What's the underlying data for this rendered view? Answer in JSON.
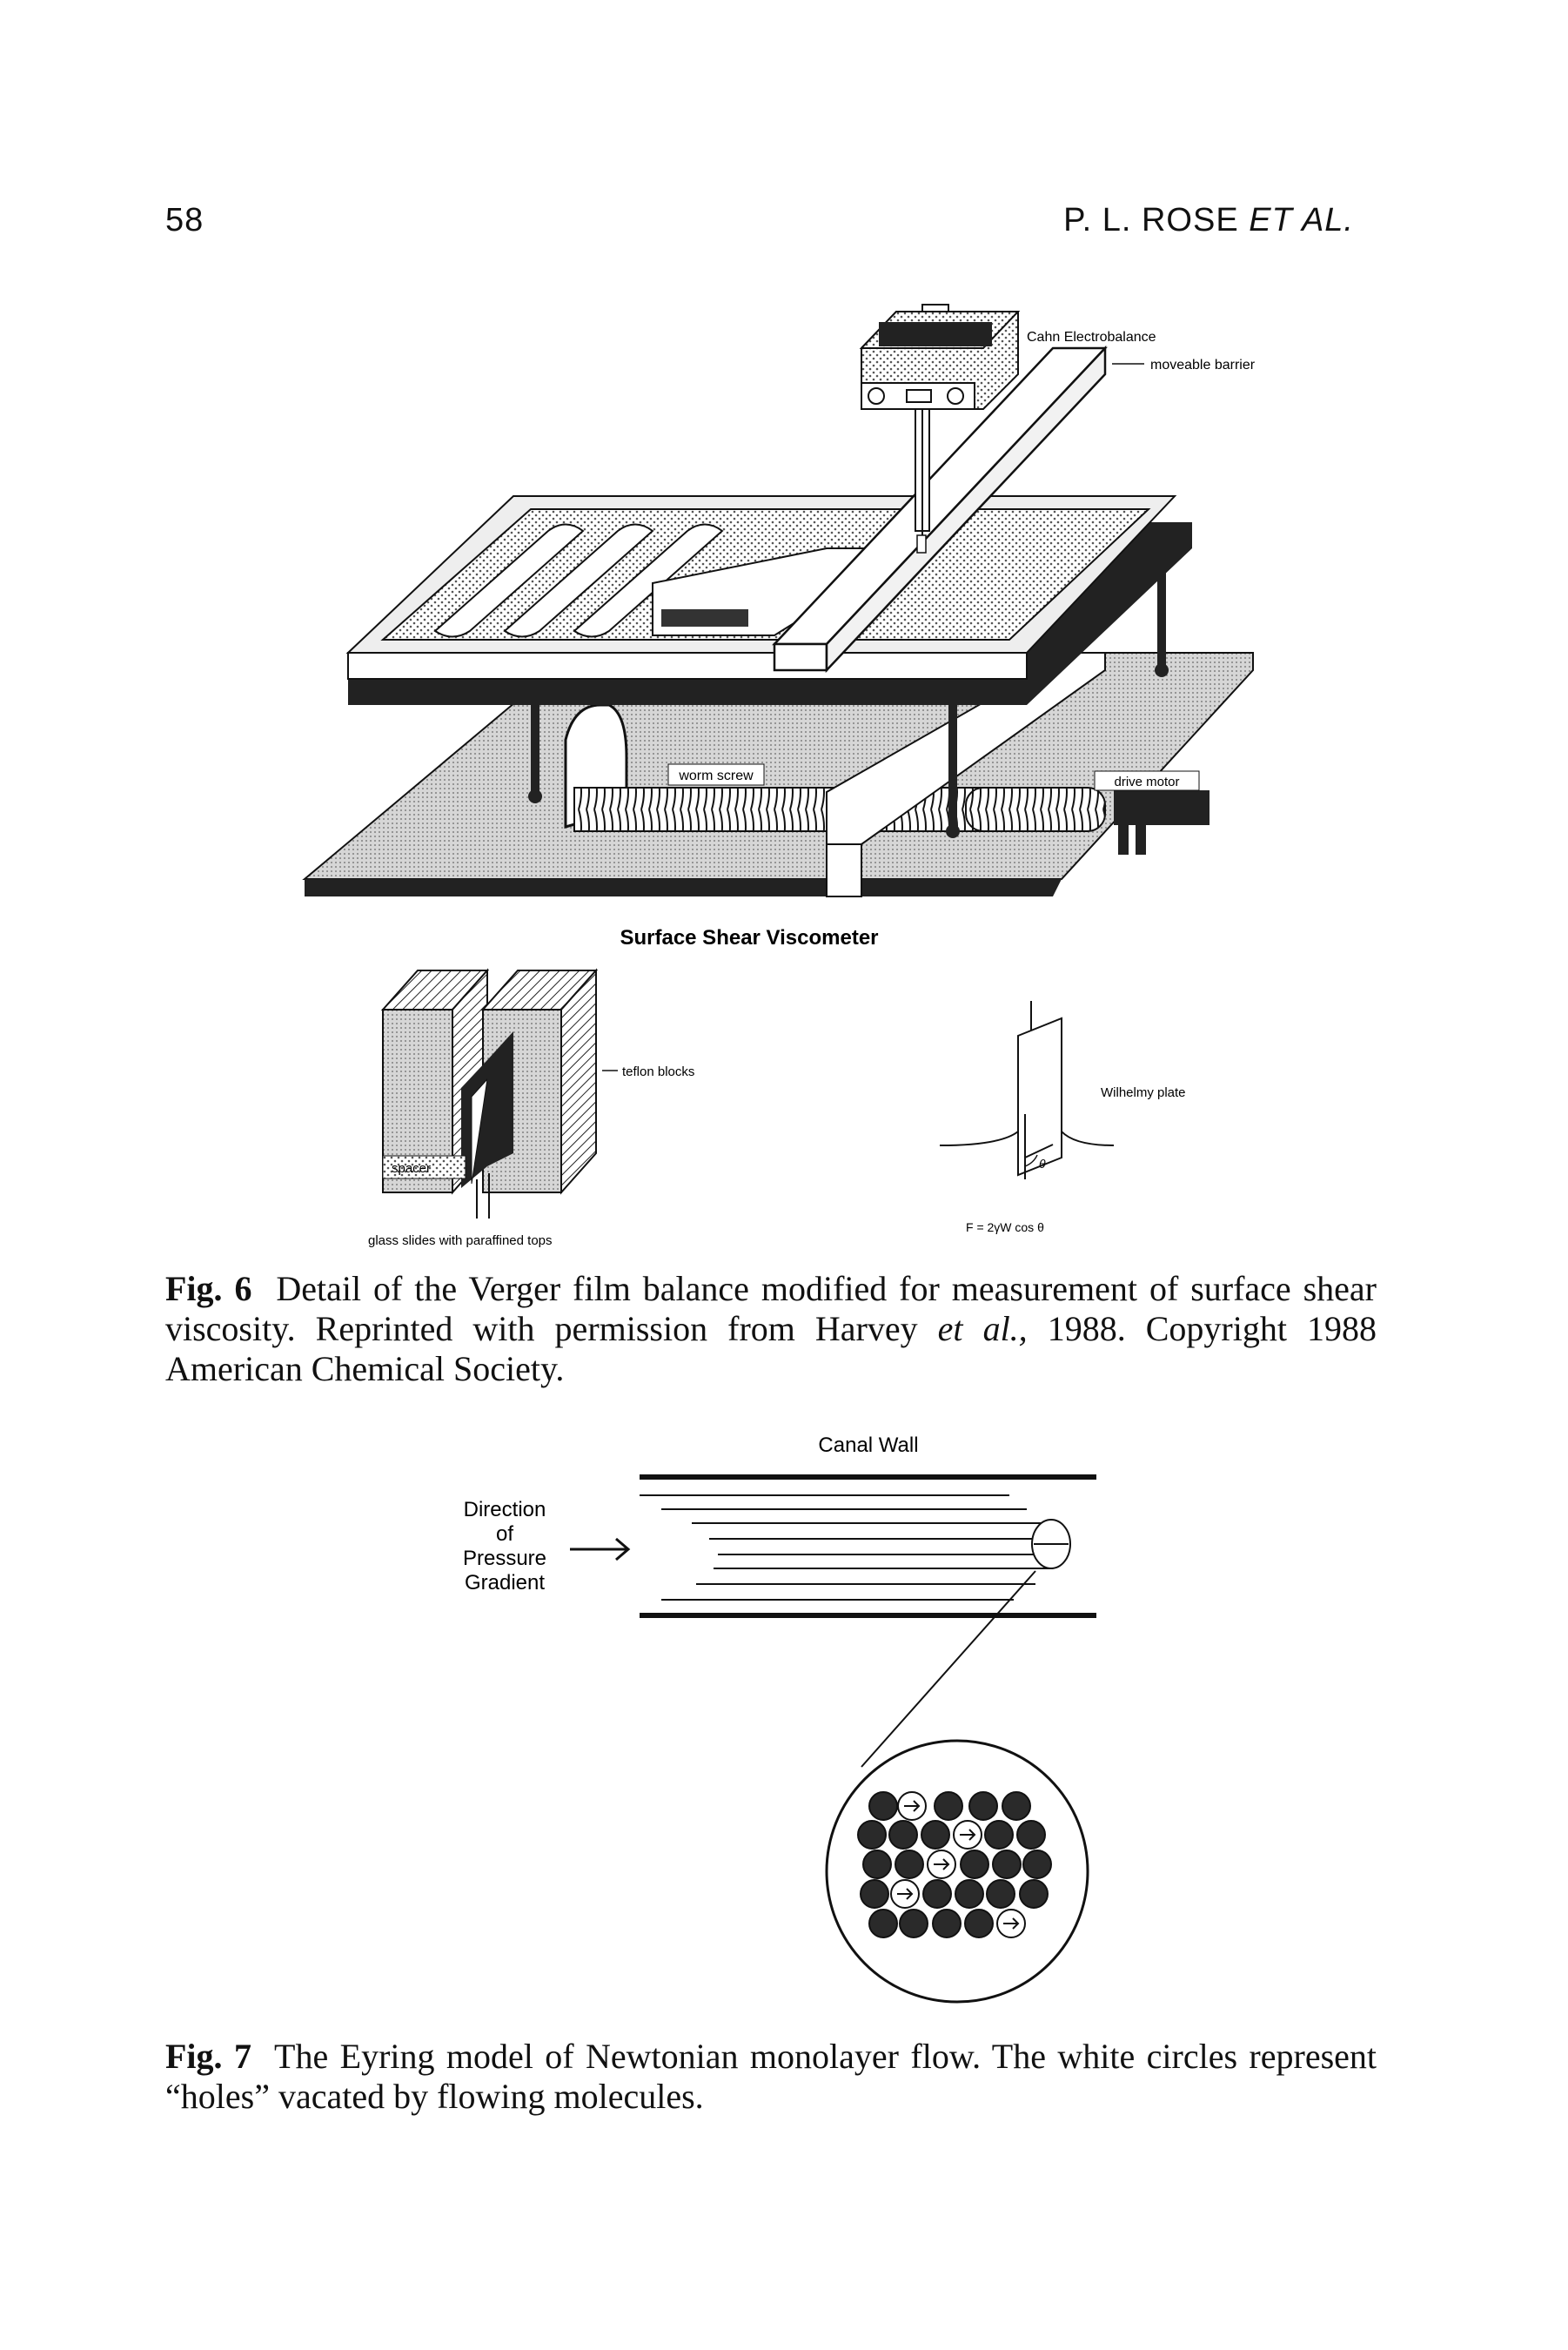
{
  "header": {
    "page_number": "58",
    "running_author": "P. L. ROSE",
    "running_author_suffix": "ET AL."
  },
  "fig6": {
    "labels": {
      "cahn": "Cahn Electrobalance",
      "barrier": "moveable barrier",
      "worm": "worm screw",
      "motor": "drive motor",
      "title": "Surface Shear Viscometer",
      "teflon": "teflon blocks",
      "spacer": "spacer",
      "glass": "glass slides with paraffined tops",
      "wilhelmy": "Wilhelmy plate",
      "formula": "F = 2γW cos θ",
      "theta": "θ"
    },
    "caption": {
      "label": "Fig. 6",
      "text": "Detail of the Verger film balance modified for measurement of surface shear viscosity. Reprinted with permission from Harvey ",
      "etal": "et al.,",
      "text2": " 1988. Copyright 1988 American Chemical Society."
    }
  },
  "fig7": {
    "labels": {
      "canal": "Canal Wall",
      "dir1": "Direction",
      "dir2": "of",
      "dir3": "Pressure",
      "dir4": "Gradient"
    },
    "caption": {
      "label": "Fig. 7",
      "text": "The Eyring model of Newtonian monolayer flow. The white circles represent “holes” vacated by flowing molecules."
    }
  },
  "colors": {
    "ink": "#111111",
    "stipple": "#bdbdbd",
    "dark": "#1a1a1a"
  }
}
